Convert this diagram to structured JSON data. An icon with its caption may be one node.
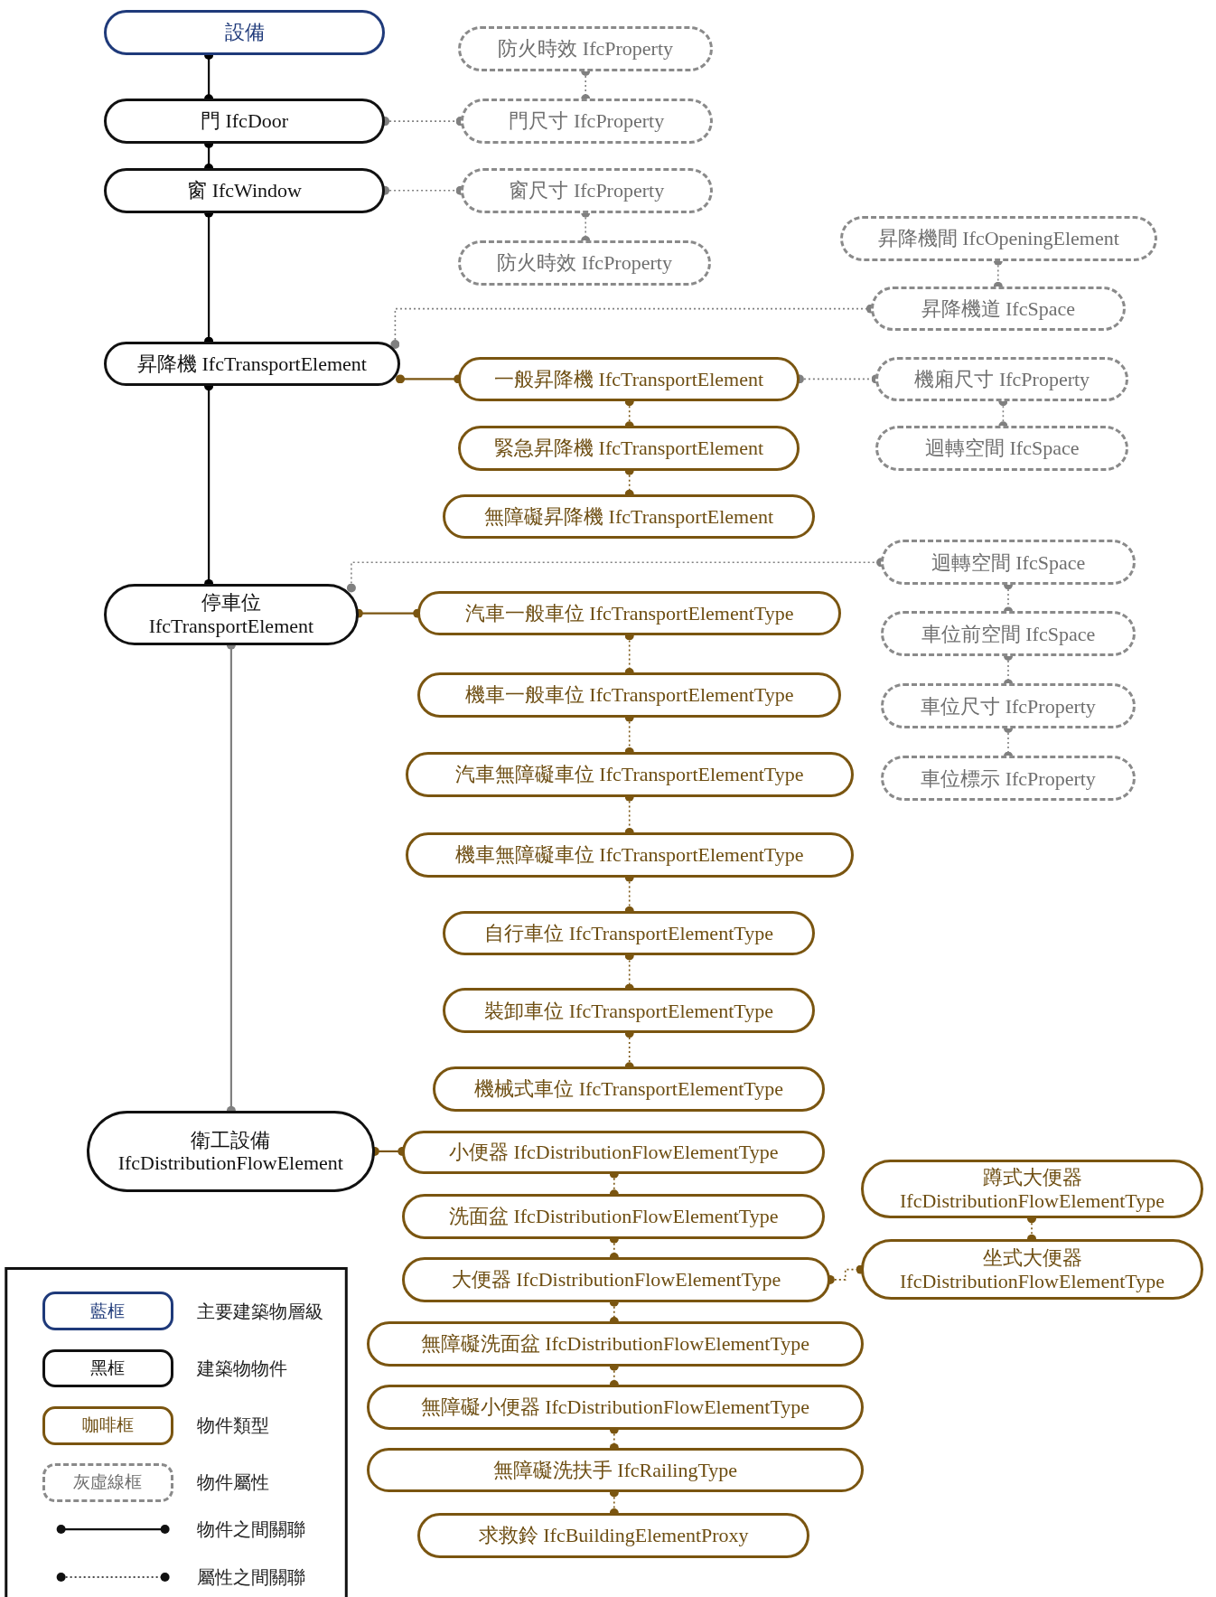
{
  "diagram": {
    "nodes": [
      {
        "text": [
          "設備"
        ]
      },
      {
        "text": [
          "門 IfcDoor"
        ]
      },
      {
        "text": [
          "窗 IfcWindow"
        ]
      },
      {
        "text": [
          "防火時效 IfcProperty"
        ]
      },
      {
        "text": [
          "門尺寸 IfcProperty"
        ]
      },
      {
        "text": [
          "窗尺寸 IfcProperty"
        ]
      },
      {
        "text": [
          "防火時效 IfcProperty"
        ]
      },
      {
        "text": [
          "昇降機 IfcTransportElement"
        ]
      },
      {
        "text": [
          "昇降機間 IfcOpeningElement"
        ]
      },
      {
        "text": [
          "昇降機道 IfcSpace"
        ]
      },
      {
        "text": [
          "一般昇降機 IfcTransportElement"
        ]
      },
      {
        "text": [
          "機廂尺寸 IfcProperty"
        ]
      },
      {
        "text": [
          "緊急昇降機 IfcTransportElement"
        ]
      },
      {
        "text": [
          "迴轉空間 IfcSpace"
        ]
      },
      {
        "text": [
          "無障礙昇降機 IfcTransportElement"
        ]
      },
      {
        "text": [
          "停車位 IfcTransportElement"
        ]
      },
      {
        "text": [
          "迴轉空間 IfcSpace"
        ]
      },
      {
        "text": [
          "汽車一般車位 IfcTransportElementType"
        ]
      },
      {
        "text": [
          "車位前空間 IfcSpace"
        ]
      },
      {
        "text": [
          "機車一般車位 IfcTransportElementType"
        ]
      },
      {
        "text": [
          "車位尺寸 IfcProperty"
        ]
      },
      {
        "text": [
          "汽車無障礙車位 IfcTransportElementType"
        ]
      },
      {
        "text": [
          "車位標示 IfcProperty"
        ]
      },
      {
        "text": [
          "機車無障礙車位 IfcTransportElementType"
        ]
      },
      {
        "text": [
          "自行車位 IfcTransportElementType"
        ]
      },
      {
        "text": [
          "裝卸車位 IfcTransportElementType"
        ]
      },
      {
        "text": [
          "機械式車位 IfcTransportElementType"
        ]
      },
      {
        "text": [
          "衛工設備 IfcDistributionFlowElement"
        ]
      },
      {
        "text": [
          "小便器 IfcDistributionFlowElementType"
        ]
      },
      {
        "text": [
          "蹲式大便器 IfcDistributionFlowElementType"
        ]
      },
      {
        "text": [
          "洗面盆 IfcDistributionFlowElementType"
        ]
      },
      {
        "text": [
          "坐式大便器 IfcDistributionFlowElementType"
        ]
      },
      {
        "text": [
          "大便器 IfcDistributionFlowElementType"
        ]
      },
      {
        "text": [
          "無障礙洗面盆 IfcDistributionFlowElementType"
        ]
      },
      {
        "text": [
          "無障礙小便器 IfcDistributionFlowElementType"
        ]
      },
      {
        "text": [
          "無障礙洗扶手 IfcRailingType"
        ]
      },
      {
        "text": [
          "求救鈴 IfcBuildingElementProxy"
        ]
      }
    ],
    "edges": [
      {
        "from": 0,
        "to": 1,
        "arrow": "other",
        "color": "#000000"
      },
      {
        "from": 1,
        "to": 2,
        "arrow": "other",
        "color": "#000000"
      },
      {
        "from": 2,
        "to": 7,
        "arrow": "other",
        "color": "#000000"
      },
      {
        "from": 7,
        "to": 15,
        "arrow": "other",
        "color": "#000000"
      },
      {
        "from": 15,
        "to": 27,
        "arrow": "other",
        "color": "#808080"
      },
      {
        "from": 1,
        "to": 4,
        "arrow": "other",
        "style": "dashed",
        "color": "#808080"
      },
      {
        "from": 3,
        "to": 4,
        "arrow": "other",
        "style": "dashed",
        "color": "#808080"
      },
      {
        "from": 2,
        "to": 5,
        "arrow": "other",
        "style": "dashed",
        "color": "#808080"
      },
      {
        "from": 5,
        "to": 6,
        "arrow": "other",
        "style": "dashed",
        "color": "#808080"
      },
      {
        "from": 7,
        "to": 9,
        "arrow": "other",
        "style": "dashed",
        "color": "#808080"
      },
      {
        "from": 8,
        "to": 9,
        "arrow": "other",
        "style": "dashed",
        "color": "#808080"
      },
      {
        "from": 7,
        "to": 10,
        "arrow": "other"
      },
      {
        "from": 10,
        "to": 11,
        "arrow": "other",
        "style": "dashed",
        "color": "#808080"
      },
      {
        "from": 11,
        "to": 13,
        "arrow": "other",
        "style": "dashed",
        "color": "#808080"
      },
      {
        "from": 10,
        "to": 12,
        "arrow": "other",
        "style": "dashed"
      },
      {
        "from": 12,
        "to": 14,
        "arrow": "other",
        "style": "dashed"
      },
      {
        "from": 15,
        "to": 16,
        "arrow": "other",
        "style": "dashed",
        "color": "#808080"
      },
      {
        "from": 16,
        "to": 18,
        "arrow": "other",
        "style": "dashed",
        "color": "#808080"
      },
      {
        "from": 18,
        "to": 20,
        "arrow": "other",
        "style": "dashed",
        "color": "#808080"
      },
      {
        "from": 20,
        "to": 22,
        "arrow": "other",
        "style": "dashed",
        "color": "#808080"
      },
      {
        "from": 15,
        "to": 17,
        "arrow": "other"
      },
      {
        "from": 17,
        "to": 19,
        "arrow": "other",
        "style": "dashed"
      },
      {
        "from": 19,
        "to": 21,
        "arrow": "other",
        "style": "dashed"
      },
      {
        "from": 21,
        "to": 23,
        "arrow": "other",
        "style": "dashed"
      },
      {
        "from": 23,
        "to": 24,
        "arrow": "other",
        "style": "dashed"
      },
      {
        "from": 24,
        "to": 25,
        "arrow": "other",
        "style": "dashed"
      },
      {
        "from": 25,
        "to": 26,
        "arrow": "other",
        "style": "dashed"
      },
      {
        "from": 27,
        "to": 28,
        "arrow": "other"
      },
      {
        "from": 28,
        "to": 30,
        "arrow": "other",
        "style": "dashed"
      },
      {
        "from": 30,
        "to": 32,
        "arrow": "other",
        "style": "dashed"
      },
      {
        "from": 32,
        "to": 33,
        "arrow": "other",
        "style": "dashed"
      },
      {
        "from": 33,
        "to": 34,
        "arrow": "other",
        "style": "dashed"
      },
      {
        "from": 34,
        "to": 35,
        "arrow": "other",
        "style": "dashed"
      },
      {
        "from": 35,
        "to": 36,
        "arrow": "other",
        "style": "dashed"
      },
      {
        "from": 29,
        "to": 31,
        "arrow": "other",
        "style": "dashed"
      },
      {
        "from": 32,
        "to": 31,
        "arrow": "other",
        "style": "dashed"
      }
    ],
    "labels": [
      "藍框",
      "黑框",
      "咖啡框",
      "灰虛線框"
    ],
    "legend": [
      {
        "text": "主要建築物層級"
      },
      {
        "text": "建築物物件"
      },
      {
        "text": "物件類型"
      },
      {
        "text": "物件屬性"
      },
      {
        "text": "物件之間關聯"
      },
      {
        "text": "屬性之間關聯"
      }
    ]
  }
}
